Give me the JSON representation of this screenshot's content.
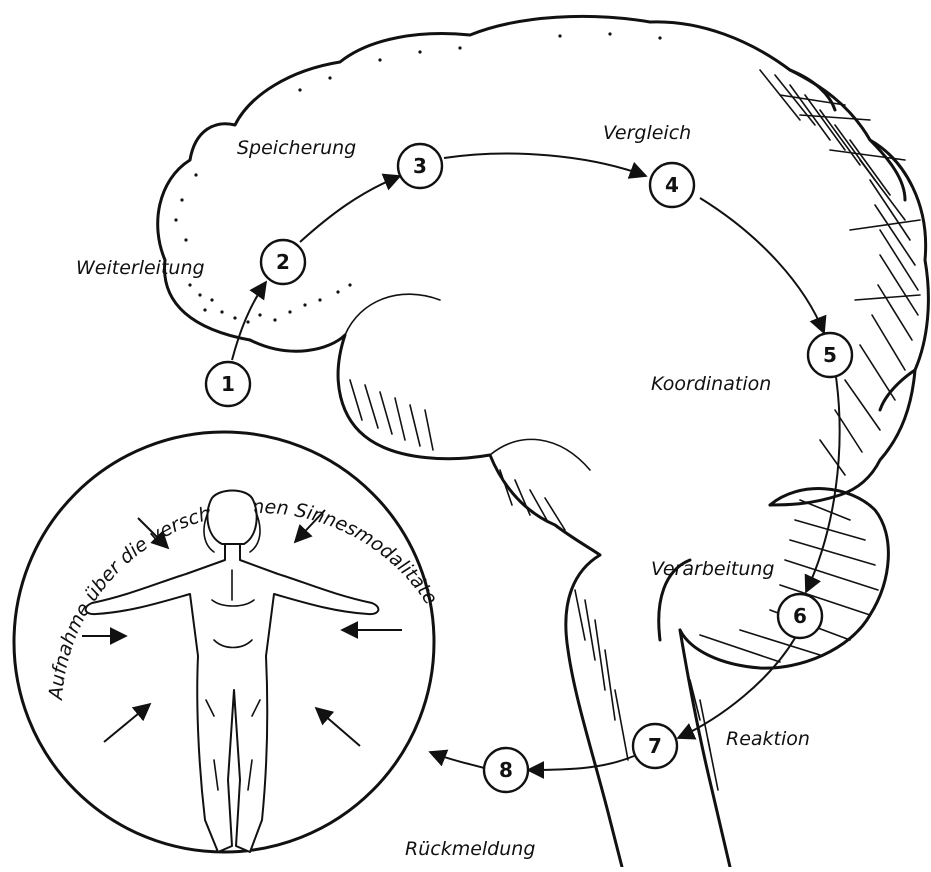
{
  "labels": {
    "speicherung": "Speicherung",
    "vergleich": "Vergleich",
    "weiterleitung": "Weiterleitung",
    "koordination": "Koordination",
    "verarbeitung": "Verarbeitung",
    "reaktion": "Reaktion",
    "rueckmeldung": "Rückmeldung",
    "aufnahme": "Aufnahme über die verschiedenen Sinnesmodalitäten"
  },
  "steps": [
    "1",
    "2",
    "3",
    "4",
    "5",
    "6",
    "7",
    "8"
  ]
}
